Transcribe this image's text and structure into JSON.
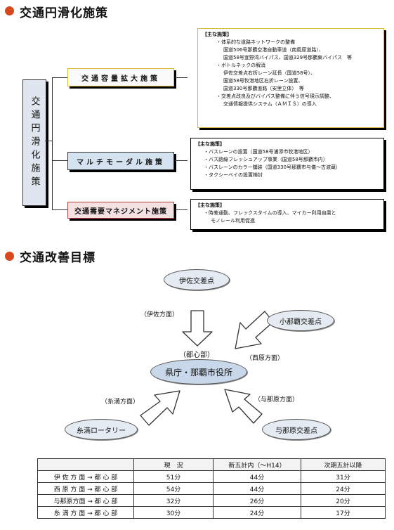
{
  "section1": {
    "title": "交通円滑化施策"
  },
  "root_label": "交通円滑化施策",
  "policies": [
    {
      "label": "交通容量拡大施策",
      "measures_title": "【主な施策】",
      "measures": [
        "・体系的な道路ネットワークの整備",
        "国道506号那覇空港自動車道（南風原道路）、",
        "国道58号宜野湾バイパス、国道329号那覇東バイパス　等",
        "・ボトルネックの解消",
        "伊佐交差点右折レーン延長（国道58号）、",
        "国道58号牧港地区右折レーン設置、",
        "国道330号那覇道路（安里立体）　等",
        "・交差点改良及びバイパス整備に伴う信号現示調整、",
        "交通情報提供システム（ＡＭＩＳ）の導入"
      ]
    },
    {
      "label": "マルチモーダル施策",
      "measures_title": "【主な施策】",
      "measures": [
        "・バスレーンの設置（国道58号浦添市牧港地区）",
        "・バス路線フレッシュアップ事業（国道58号那覇市内）",
        "・バスレーンのカラー舗装（国道330号那覇市与儀～古波蔵）",
        "・タクシーベイの設置検討"
      ]
    },
    {
      "label": "交通需要マネジメント施策",
      "measures_title": "【主な施策】",
      "measures": [
        "・時差通勤、フレックスタイムの導入、マイカー利用自粛と",
        "モノレール利用促進"
      ]
    }
  ],
  "section2": {
    "title": "交通改善目標"
  },
  "map": {
    "center": "県庁・那覇市役所",
    "center_label": "（都心部）",
    "nodes": {
      "isa": "伊佐交差点",
      "kobae": "小那覇交差点",
      "itoman": "糸満ロータリー",
      "yonabaru": "与那原交差点"
    },
    "directions": {
      "isa": "（伊佐方面）",
      "nishihara": "（西原方面）",
      "itoman": "（糸満方面）",
      "yonabaru": "（与那原方面）"
    }
  },
  "table": {
    "headers": [
      "",
      "現　況",
      "新五計内（～H14）",
      "次期五計以降"
    ],
    "rows": [
      [
        "伊 佐 方 面 → 都 心 部",
        "51分",
        "44分",
        "31分"
      ],
      [
        "西 原 方 面 → 都 心 部",
        "54分",
        "44分",
        "24分"
      ],
      [
        "与那原方面 → 都 心 部",
        "32分",
        "26分",
        "20分"
      ],
      [
        "糸 満 方 面 → 都 心 部",
        "30分",
        "24分",
        "17分"
      ]
    ]
  },
  "colors": {
    "accent": "#d8481f",
    "box_blue": "#d5e3f1",
    "box_red_border": "#c04040",
    "box_yellow_border": "#d9b73a"
  }
}
